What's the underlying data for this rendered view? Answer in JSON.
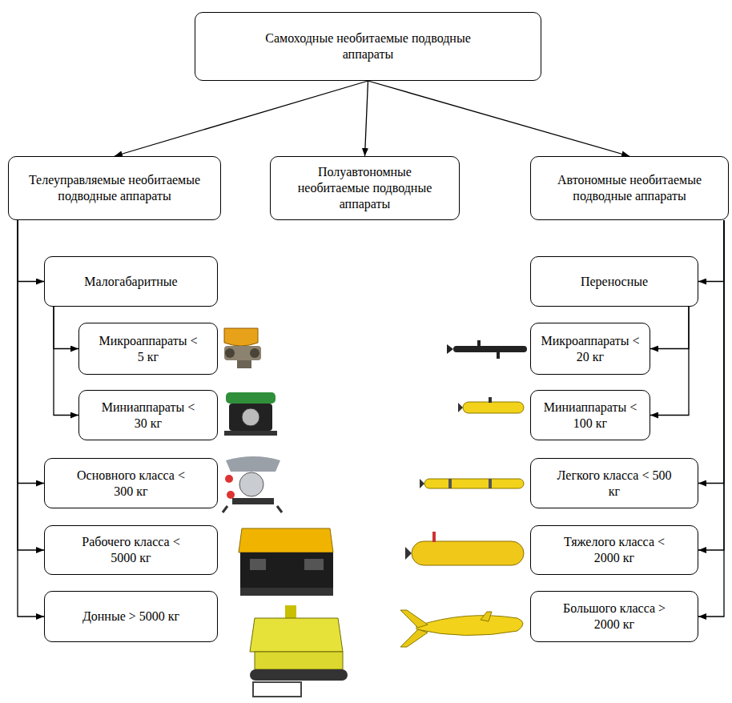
{
  "diagram": {
    "nodes": [
      {
        "text": [
          "Самоходные необитаемые подводные аппараты"
        ]
      },
      {
        "text": [
          "Телеуправляемые необитаемые подводные аппараты"
        ]
      },
      {
        "text": [
          "Полуавтономные необитаемые подводные аппараты"
        ]
      },
      {
        "text": [
          "Автономные необитаемые подводные аппараты"
        ]
      },
      {
        "text": [
          "Малогабаритные"
        ]
      },
      {
        "text": [
          "Микроаппараты < 5 кг"
        ]
      },
      {
        "text": [
          "Миниаппараты < 30 кг"
        ]
      },
      {
        "text": [
          "Основного класса < 300 кг"
        ]
      },
      {
        "text": [
          "Рабочего класса < 5000 кг"
        ]
      },
      {
        "text": [
          "Донные > 5000 кг"
        ]
      },
      {
        "text": [
          "Переносные"
        ]
      },
      {
        "text": [
          "Микроаппараты < 20 кг"
        ]
      },
      {
        "text": [
          "Миниаппараты < 100 кг"
        ]
      },
      {
        "text": [
          "Легкого класса < 500 кг"
        ]
      },
      {
        "text": [
          "Тяжелого класса < 2000 кг"
        ]
      },
      {
        "text": [
          "Большого класса > 2000 кг"
        ]
      }
    ],
    "edges": [
      {
        "from": 0,
        "to": 1,
        "arrow": "to"
      },
      {
        "from": 0,
        "to": 2,
        "arrow": "to"
      },
      {
        "from": 0,
        "to": 3,
        "arrow": "to"
      },
      {
        "from": 1,
        "to": 4,
        "arrow": "to"
      },
      {
        "from": 4,
        "to": 5,
        "arrow": "to"
      },
      {
        "from": 4,
        "to": 6,
        "arrow": "to"
      },
      {
        "from": 1,
        "to": 7,
        "arrow": "to"
      },
      {
        "from": 1,
        "to": 8,
        "arrow": "to"
      },
      {
        "from": 1,
        "to": 9,
        "arrow": "to"
      },
      {
        "from": 3,
        "to": 10,
        "arrow": "to"
      },
      {
        "from": 10,
        "to": 11,
        "arrow": "to"
      },
      {
        "from": 10,
        "to": 12,
        "arrow": "to"
      },
      {
        "from": 3,
        "to": 13,
        "arrow": "to"
      },
      {
        "from": 3,
        "to": 14,
        "arrow": "to"
      },
      {
        "from": 3,
        "to": 15,
        "arrow": "to"
      }
    ]
  }
}
